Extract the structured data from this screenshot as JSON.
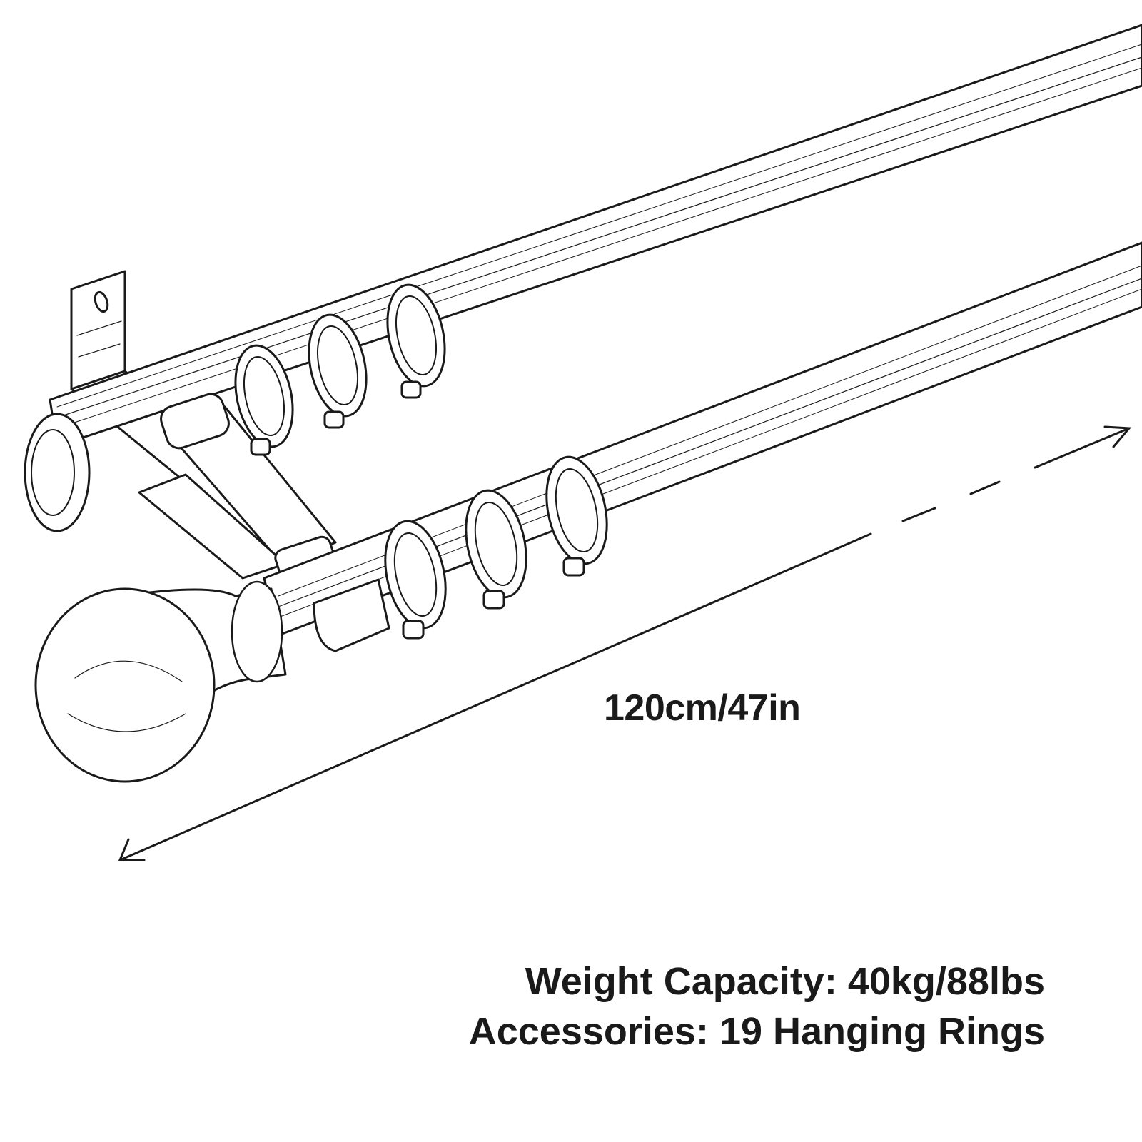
{
  "dimension": {
    "length_label": "120cm/47in"
  },
  "specs": {
    "weight_capacity": "Weight Capacity: 40kg/88lbs",
    "accessories": "Accessories: 19 Hanging Rings"
  },
  "colors": {
    "line": "#1a1a1a",
    "background": "#ffffff"
  }
}
